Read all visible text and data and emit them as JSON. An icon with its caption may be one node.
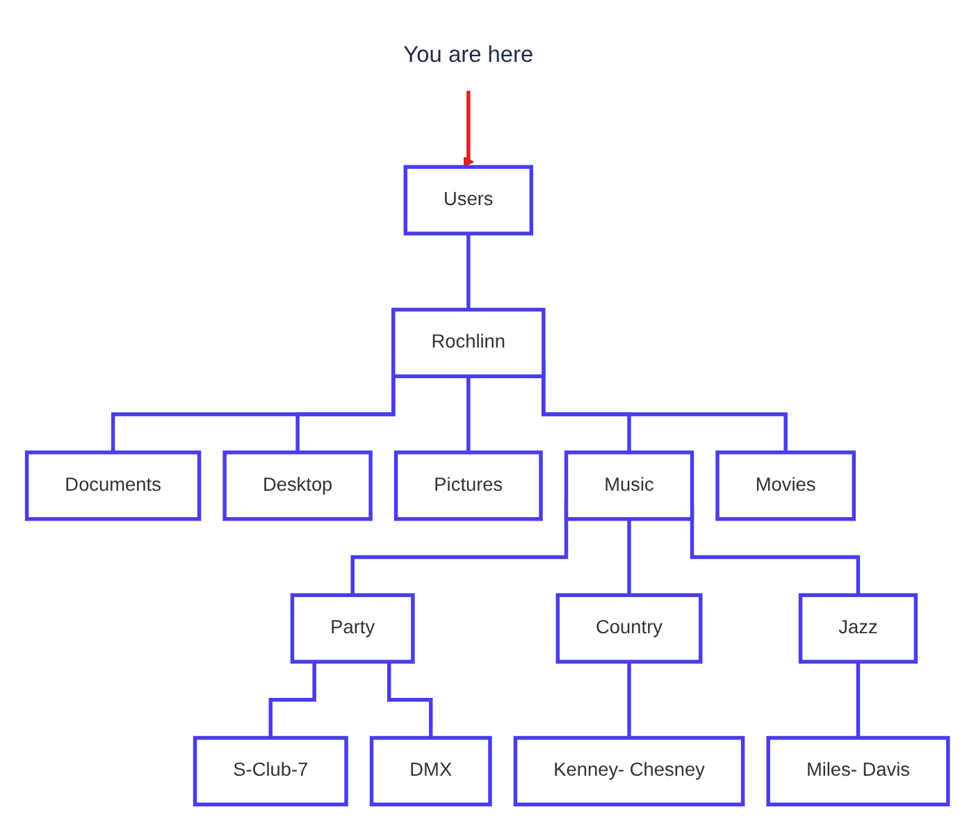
{
  "diagram": {
    "nodes": [
      {
        "text": [
          "Users"
        ]
      },
      {
        "text": [
          "Rochlinn"
        ]
      },
      {
        "text": [
          "Documents"
        ]
      },
      {
        "text": [
          "Desktop"
        ]
      },
      {
        "text": [
          "Pictures"
        ]
      },
      {
        "text": [
          "Music"
        ]
      },
      {
        "text": [
          "Movies"
        ]
      },
      {
        "text": [
          "Party"
        ]
      },
      {
        "text": [
          "Country"
        ]
      },
      {
        "text": [
          "Jazz"
        ]
      },
      {
        "text": [
          "S-Club-7"
        ]
      },
      {
        "text": [
          "DMX"
        ]
      },
      {
        "text": [
          "Kenney- Chesney"
        ]
      },
      {
        "text": [
          "Miles- Davis"
        ]
      },
      {
        "text": [
          "You are here"
        ]
      }
    ],
    "edges": [
      {
        "from": 0,
        "to": 1,
        "arrow": "none"
      },
      {
        "from": 1,
        "to": 2,
        "arrow": "none"
      },
      {
        "from": 1,
        "to": 3,
        "arrow": "none"
      },
      {
        "from": 1,
        "to": 4,
        "arrow": "none"
      },
      {
        "from": 1,
        "to": 5,
        "arrow": "none"
      },
      {
        "from": 1,
        "to": 6,
        "arrow": "none"
      },
      {
        "from": 5,
        "to": 7,
        "arrow": "none"
      },
      {
        "from": 5,
        "to": 8,
        "arrow": "none"
      },
      {
        "from": 5,
        "to": 9,
        "arrow": "none"
      },
      {
        "from": 7,
        "to": 10,
        "arrow": "none"
      },
      {
        "from": 7,
        "to": 11,
        "arrow": "none"
      },
      {
        "from": 8,
        "to": 12,
        "arrow": "none"
      },
      {
        "from": 9,
        "to": 13,
        "arrow": "none"
      },
      {
        "from": 14,
        "to": 0,
        "arrow": "to",
        "color": "#e02020"
      }
    ]
  }
}
